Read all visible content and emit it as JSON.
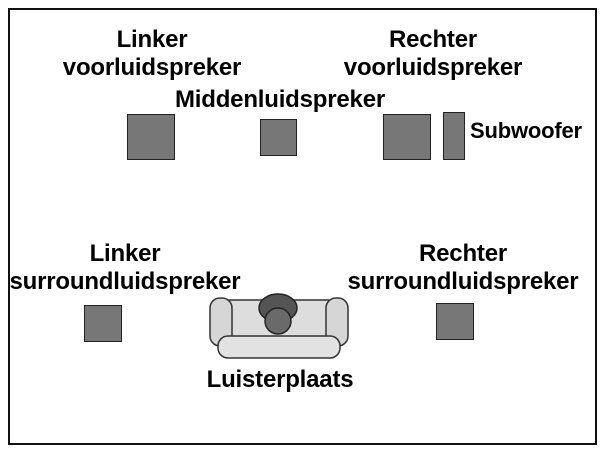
{
  "diagram": {
    "speakers": {
      "front_left": {
        "line1": "Linker",
        "line2": "voorluidspreker"
      },
      "front_right": {
        "line1": "Rechter",
        "line2": "voorluidspreker"
      },
      "center": {
        "label": "Middenluidspreker"
      },
      "subwoofer": {
        "label": "Subwoofer"
      },
      "surround_left": {
        "line1": "Linker",
        "line2": "surroundluidspreker"
      },
      "surround_right": {
        "line1": "Rechter",
        "line2": "surroundluidspreker"
      }
    },
    "listening_position": {
      "label": "Luisterplaats"
    },
    "colors": {
      "speaker_fill": "#777777",
      "sofa_fill": "#dddddd",
      "person_fill": "#666666",
      "outline": "#222222"
    }
  }
}
